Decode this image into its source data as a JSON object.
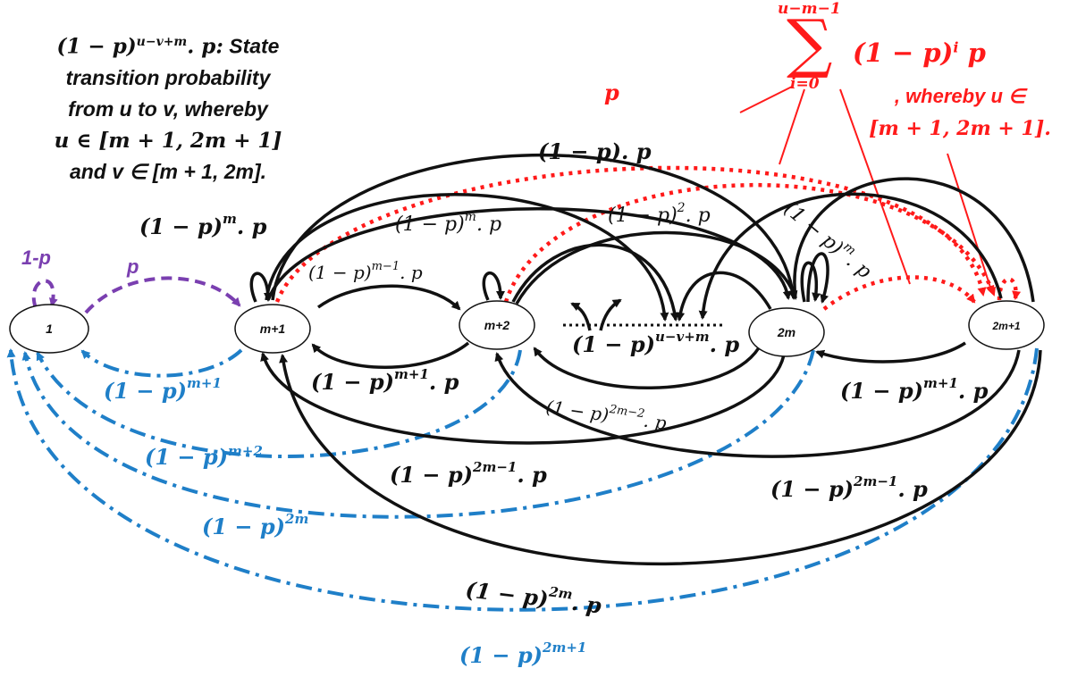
{
  "nodes": {
    "n1": "1",
    "nm1": "m+1",
    "nm2": "m+2",
    "n2m": "2m",
    "n2m1": "2m+1"
  },
  "legend_black": {
    "formula": "(1 − p)^{u−v+m}. p:",
    "formula_base": "(1 − p)",
    "formula_exp": "u−v+m",
    "formula_tail": ". p:",
    "text1": "State",
    "text2": "transition probability",
    "text3": "from u to v, whereby",
    "range_u": "u ∈ [m + 1, 2m + 1]",
    "range_v_prefix": "and v ∈ ",
    "range_v": "[m + 1, 2m].",
    "and_word": "and v ∈ [m + 1, 2m]."
  },
  "legend_red": {
    "sum_upper": "u−m−1",
    "sum_lower": "i=0",
    "sum_sigma": "∑",
    "sum_term": "(1 − p)",
    "sum_term_exp": "i",
    "sum_term_tail": " p",
    "whereby": ", whereby  u ∈",
    "range": "[m + 1, 2m + 1]."
  },
  "labels": {
    "self_1": "1-p",
    "p_1_to_m1": "p",
    "p_red_top": "p",
    "m1_self": "(1 − p)",
    "m1_self_exp": "m",
    "m1_self_tail": ". p",
    "m1_to_m2": "(1 − p)",
    "m1_to_m2_exp": "m−1",
    "m1_to_m2_tail": ". p",
    "m2_self": "(1 − p)",
    "m2_self_exp": "m",
    "m2_self_tail": ". p",
    "top_1mp_p": "(1 − p). p",
    "top_1mp2": "(1 − p)",
    "top_1mp2_exp": "2",
    "top_1mp2_tail": ". p",
    "right_self": "(1 − p)",
    "right_self_exp": "m",
    "right_self_tail": ". p",
    "center_gen": "(1 − p)",
    "center_gen_exp": "u−v+m",
    "center_gen_tail": ". p",
    "m2_to_m1": "(1 − p)",
    "m2_to_m1_exp": "m+1",
    "m2_to_m1_tail": ". p",
    "inner_2m2": "(1 − p)",
    "inner_2m2_exp": "2m−2",
    "inner_2m2_tail": ". p",
    "right_m1": "(1 − p)",
    "right_m1_exp": "m+1",
    "right_m1_tail": ". p",
    "low_2m1_a": "(1 − p)",
    "low_2m1_a_exp": "2m−1",
    "low_2m1_a_tail": ". p",
    "low_2m1_b": "(1 − p)",
    "low_2m1_b_exp": "2m−1",
    "low_2m1_b_tail": ". p",
    "bottom_2m": "(1 − p)",
    "bottom_2m_exp": "2m",
    "bottom_2m_tail": ". p",
    "blue_m1": "(1 − p)",
    "blue_m1_exp": "m+1",
    "blue_m2": "(1 − p)",
    "blue_m2_exp": "m+2",
    "blue_2m": "(1 − p)",
    "blue_2m_exp": "2m",
    "blue_2m1": "(1 − p)",
    "blue_2m1_exp": "2m+1"
  },
  "colors": {
    "black": "#111111",
    "red": "#ff1a1a",
    "blue": "#1f7fc8",
    "purple": "#7a3fb0"
  }
}
